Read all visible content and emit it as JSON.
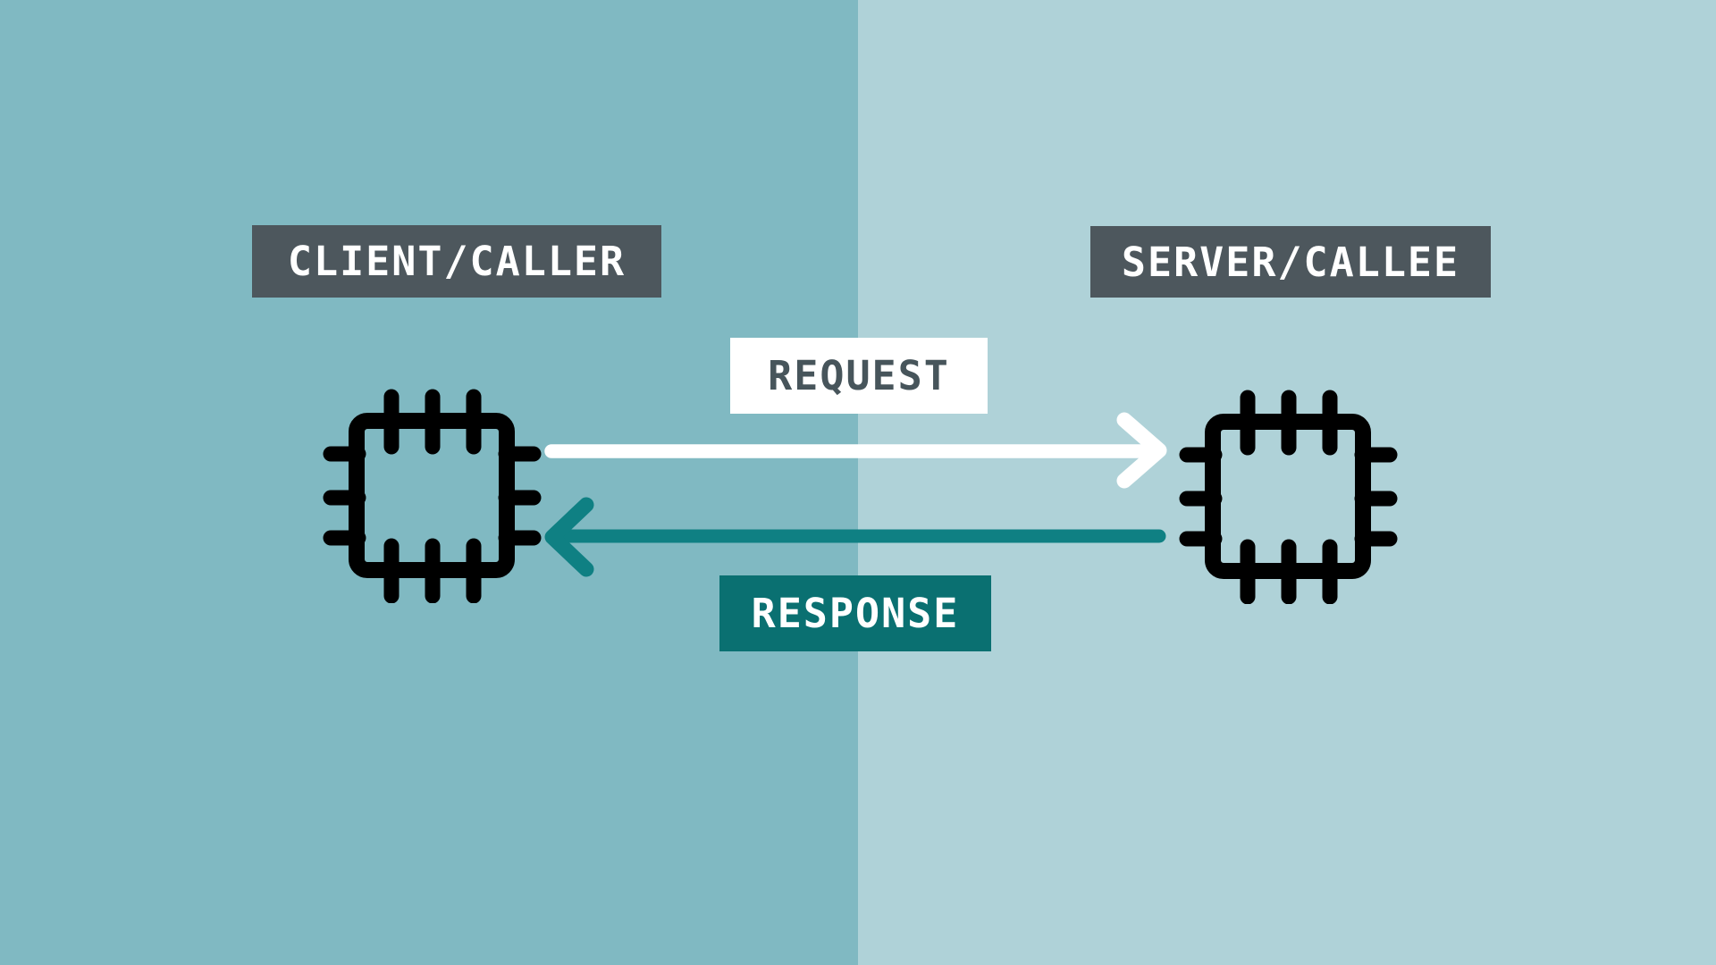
{
  "labels": {
    "client": "CLIENT/CALLER",
    "server": "SERVER/CALLEE",
    "request": "REQUEST",
    "response": "RESPONSE"
  },
  "icons": {
    "client_icon": "chip-icon",
    "server_icon": "chip-icon",
    "request_arrow_icon": "arrow-right-icon",
    "response_arrow_icon": "arrow-left-icon"
  },
  "colors": {
    "left_background": "#80B9C2",
    "right_background": "#AFD2D8",
    "label_box_background": "#4D575D",
    "label_text": "#FFFFFF",
    "request_box_background": "#FFFFFF",
    "request_text": "#47555B",
    "response_box_background": "#0A7071",
    "response_text": "#FFFFFF",
    "request_arrow": "#FFFFFF",
    "response_arrow": "#0F8083",
    "chip_icon": "#000000"
  }
}
